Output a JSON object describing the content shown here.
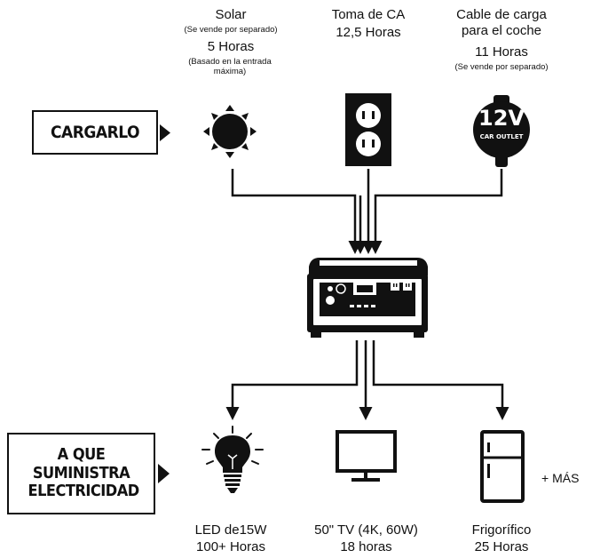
{
  "sources": {
    "solar": {
      "title": "Solar",
      "note1": "(Se vende por separado)",
      "hours": "5 Horas",
      "note2": "(Basado en la entrada máxima)"
    },
    "ac": {
      "title": "Toma de CA",
      "hours": "12,5 Horas"
    },
    "car": {
      "title": "Cable de carga para el coche",
      "hours": "11 Horas",
      "note": "(Se vende por separado)"
    }
  },
  "car_outlet": {
    "big": "12V",
    "small": "CAR OUTLET"
  },
  "charge_label": "CARGARLO",
  "supply_label": "A QUE SUMINISTRA ELECTRICIDAD",
  "outputs": {
    "led": {
      "name": "LED de15W",
      "hours": "100+ Horas"
    },
    "tv": {
      "name": "50\" TV (4K, 60W)",
      "hours": "18 horas"
    },
    "fridge": {
      "name": "Frigorífico",
      "hours": "25 Horas"
    }
  },
  "more": "+ MÁS",
  "colors": {
    "ink": "#111111",
    "background": "#ffffff"
  }
}
